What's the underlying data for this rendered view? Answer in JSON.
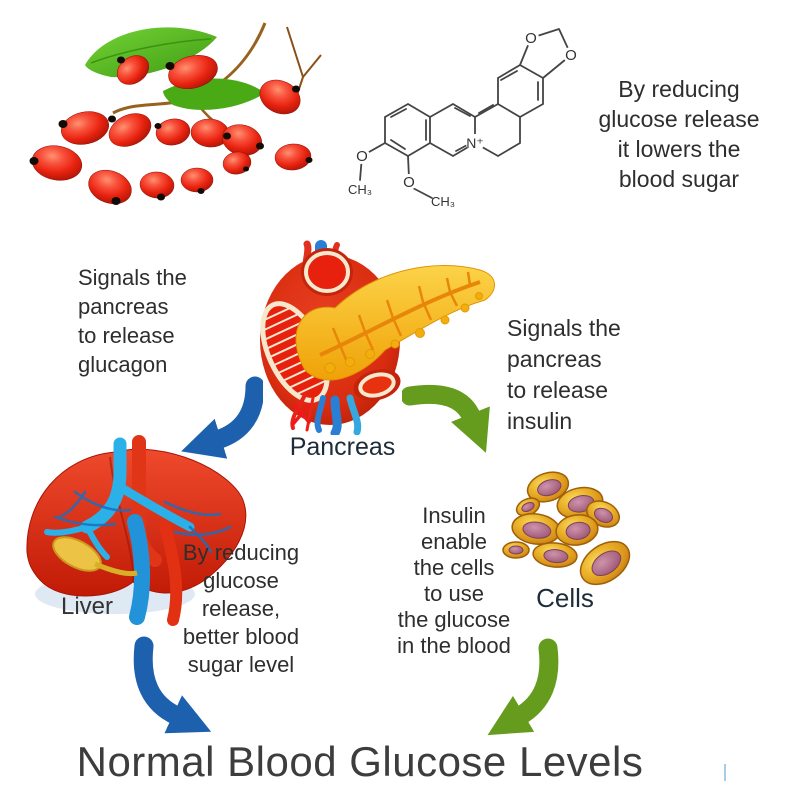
{
  "top_section": {
    "molecule": {
      "o_top_left": "O",
      "o_top_right": "O",
      "n_label": "N⁺",
      "o_left": "O",
      "ch3_left": "CH₃",
      "o_bottom": "O",
      "ch3_bottom": "CH₃"
    },
    "effect_note": {
      "lines": [
        "By reducing",
        "glucose release",
        "it lowers the",
        "blood sugar"
      ]
    }
  },
  "cycle": {
    "left_signal": {
      "lines": [
        "Signals the",
        "pancreas",
        "to release",
        "glucagon"
      ]
    },
    "right_signal": {
      "lines": [
        "Signals the",
        "pancreas",
        "to release",
        "insulin"
      ]
    },
    "pancreas_label": "Pancreas",
    "liver_label": "Liver",
    "cells_label": "Cells",
    "liver_effect": {
      "lines": [
        "By reducing",
        "glucose",
        "release,",
        "better blood",
        "sugar level"
      ]
    },
    "cells_effect": {
      "lines": [
        "Insulin",
        "enable",
        "the cells",
        "to use",
        "the glucose",
        "in the blood"
      ]
    }
  },
  "footer": {
    "title": "Normal Blood Glucose Levels"
  },
  "colors": {
    "arrow_blue": "#1d61ae",
    "arrow_green": "#669c1e",
    "berry_red": "#e8230f",
    "leaf_green": "#4fae1e",
    "pancreas_yellow": "#f6b90c",
    "duodenum_red": "#d92c10",
    "liver_red": "#d92f16",
    "vessel_cyan": "#2bb0e8",
    "cell_gold": "#e2a01f",
    "cell_nucleus": "#b0718b",
    "text_color": "#2e2e2e",
    "label_color": "#1d2c38",
    "title_color": "#3d3d3d"
  }
}
